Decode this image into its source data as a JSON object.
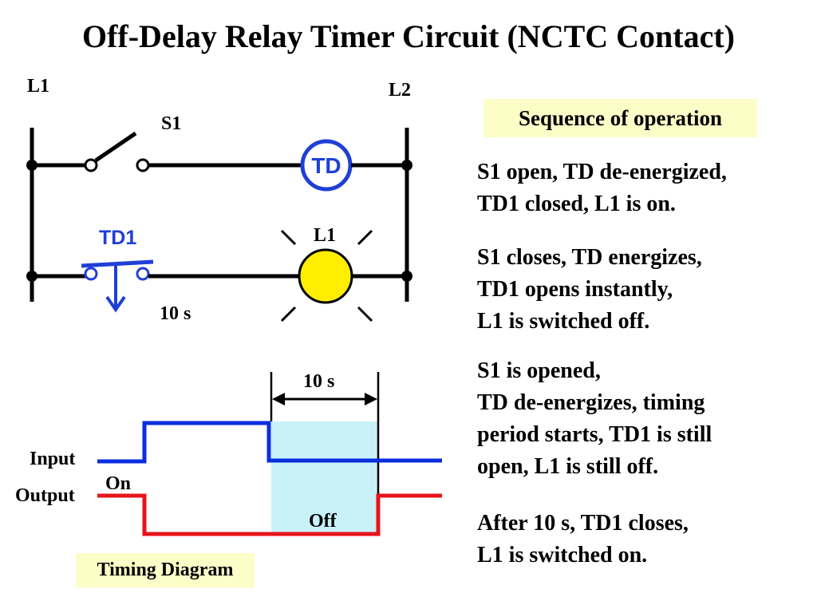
{
  "title": "Off-Delay Relay Timer Circuit (NCTC Contact)",
  "colors": {
    "wire": "#000000",
    "relay_blue": "#1f3fd6",
    "lamp_yellow": "#ffee00",
    "input_signal": "#0a2ee0",
    "output_signal": "#e8141c",
    "delay_shade": "#c8f2f8",
    "label_bg": "#fdfdc8"
  },
  "circuit": {
    "rail_left_label": "L1",
    "rail_right_label": "L2",
    "switch_label": "S1",
    "coil_label": "TD",
    "contact_label": "TD1",
    "lamp_label": "L1",
    "delay_label": "10 s"
  },
  "timing": {
    "delay_label": "10 s",
    "input_label": "Input",
    "output_label": "Output",
    "on_label": "On",
    "off_label": "Off",
    "caption": "Timing Diagram"
  },
  "sequence": {
    "heading": "Sequence of operation",
    "steps": [
      "S1 open, TD de-energized,\nTD1 closed, L1 is on.",
      "S1 closes, TD energizes,\nTD1 opens instantly,\nL1 is switched off.",
      "S1 is opened,\nTD de-energizes, timing\nperiod starts, TD1 is still\nopen, L1 is still off.",
      "After 10 s, TD1 closes,\nL1 is switched on."
    ]
  }
}
